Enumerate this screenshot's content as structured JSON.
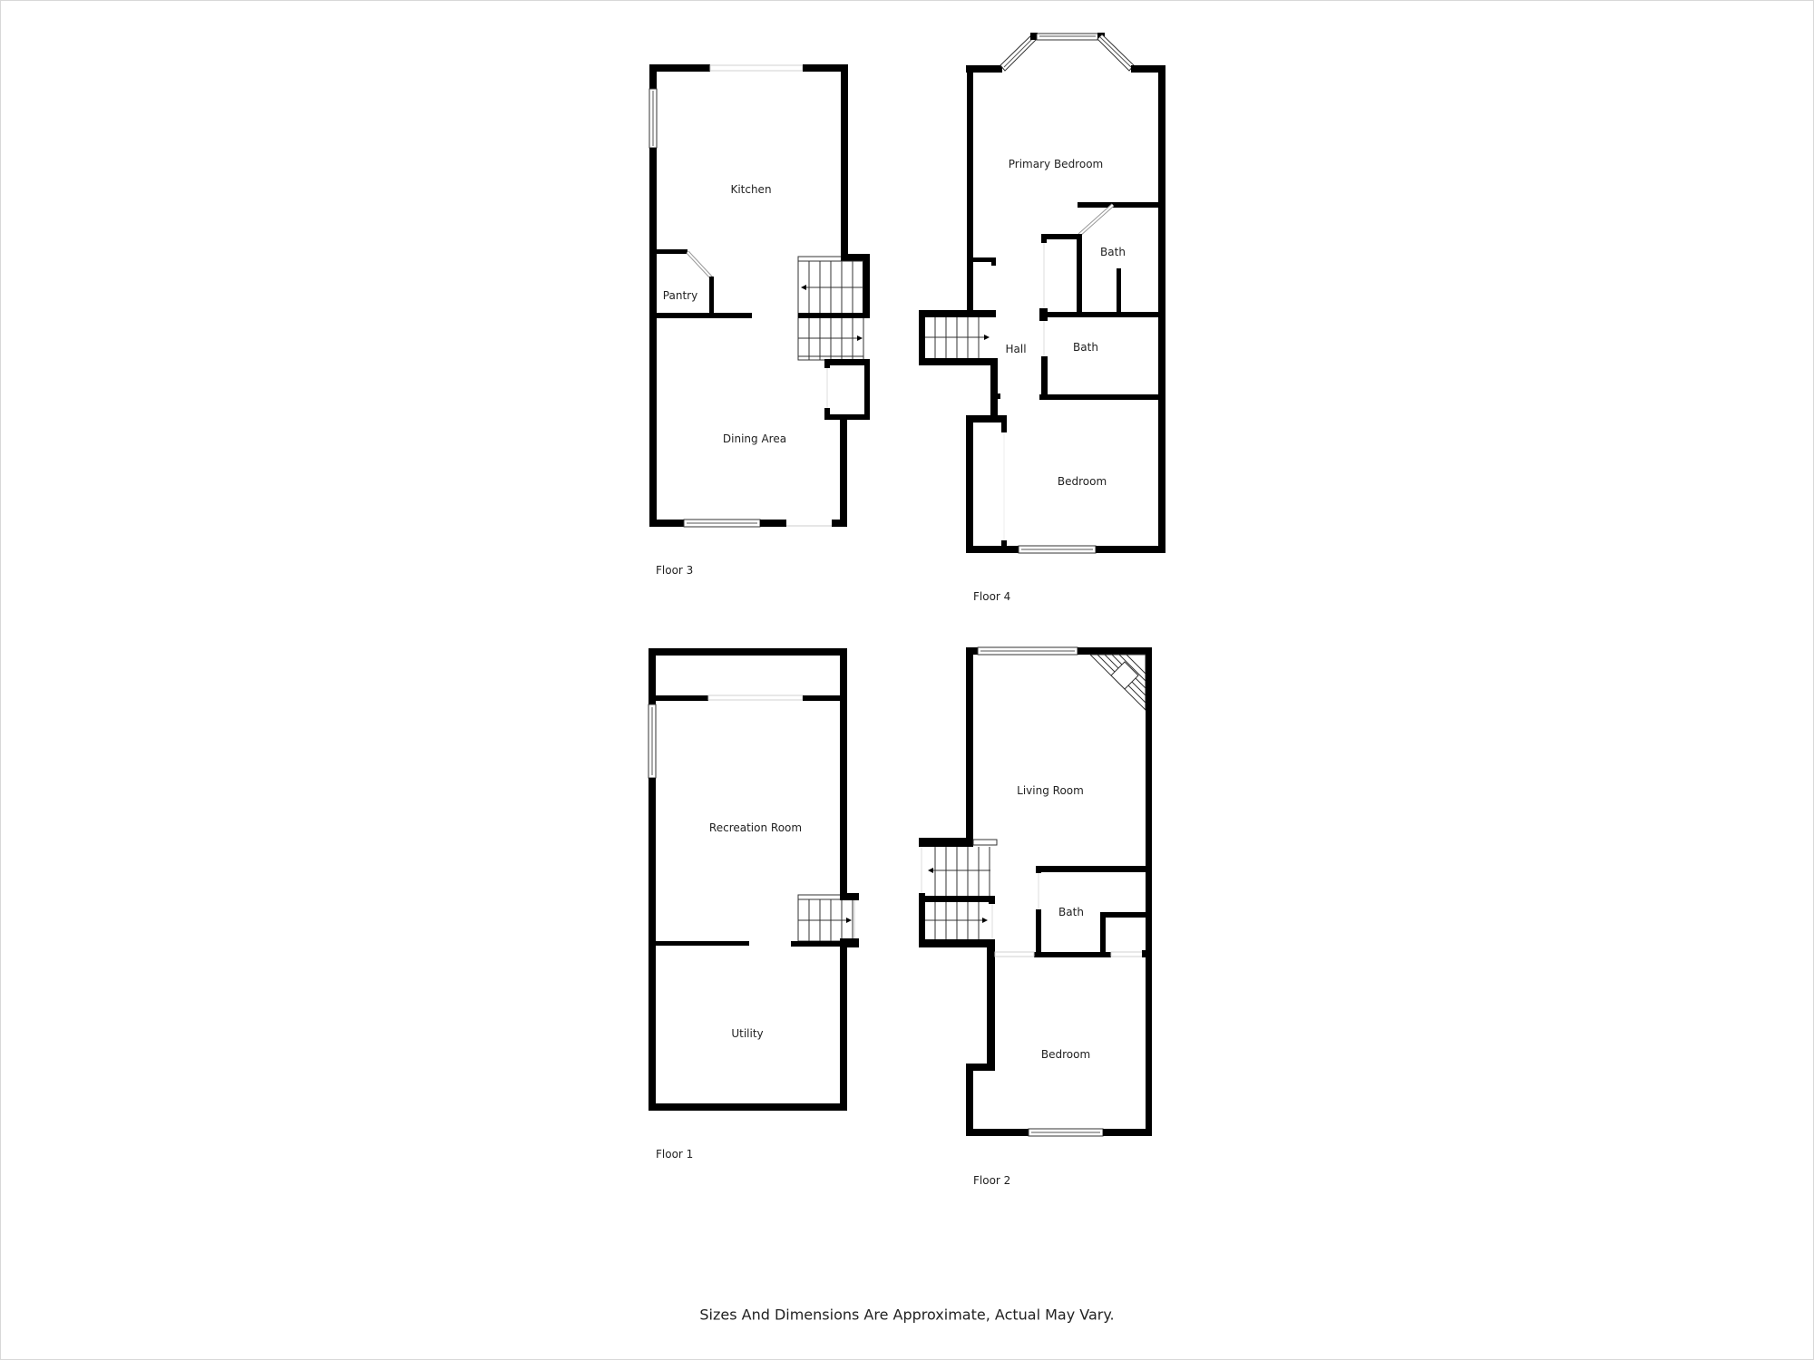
{
  "floors": [
    {
      "id": "floor-3",
      "label": "Floor 3",
      "rooms": [
        {
          "name": "Kitchen"
        },
        {
          "name": "Pantry"
        },
        {
          "name": "Dining Area"
        }
      ]
    },
    {
      "id": "floor-4",
      "label": "Floor 4",
      "rooms": [
        {
          "name": "Primary Bedroom"
        },
        {
          "name": "Bath"
        },
        {
          "name": "Hall"
        },
        {
          "name": "Bath"
        },
        {
          "name": "Bedroom"
        }
      ]
    },
    {
      "id": "floor-1",
      "label": "Floor 1",
      "rooms": [
        {
          "name": "Recreation Room"
        },
        {
          "name": "Utility"
        }
      ]
    },
    {
      "id": "floor-2",
      "label": "Floor 2",
      "rooms": [
        {
          "name": "Living Room"
        },
        {
          "name": "Bath"
        },
        {
          "name": "Bedroom"
        }
      ]
    }
  ],
  "footer": {
    "disclaimer": "Sizes And Dimensions Are Approximate, Actual May Vary."
  },
  "colors": {
    "wall": "#000000",
    "background": "#ffffff",
    "text": "#222222"
  }
}
